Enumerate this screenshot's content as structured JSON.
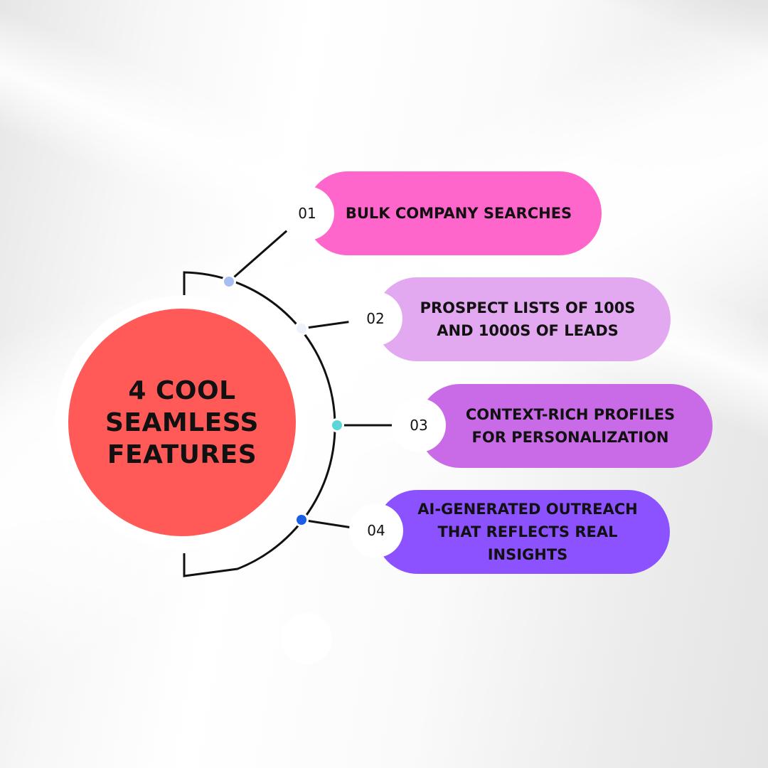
{
  "hub": {
    "title": "4 COOL SEAMLESS FEATURES",
    "color": "#ff5a57"
  },
  "features": [
    {
      "number": "01",
      "label": "BULK COMPANY SEARCHES",
      "color": "#ff66cc"
    },
    {
      "number": "02",
      "label": "PROSPECT LISTS OF 100S AND 1000S OF LEADS",
      "color": "#e2a8f0"
    },
    {
      "number": "03",
      "label": "CONTEXT-RICH PROFILES FOR PERSONALIZATION",
      "color": "#c96ae6"
    },
    {
      "number": "04",
      "label": "AI-GENERATED OUTREACH THAT REFLECTS REAL INSIGHTS",
      "color": "#8c52ff"
    }
  ],
  "node_colors": [
    "#a8bdf0",
    "#eef2fb",
    "#5ad6d6",
    "#1a5ee6"
  ]
}
